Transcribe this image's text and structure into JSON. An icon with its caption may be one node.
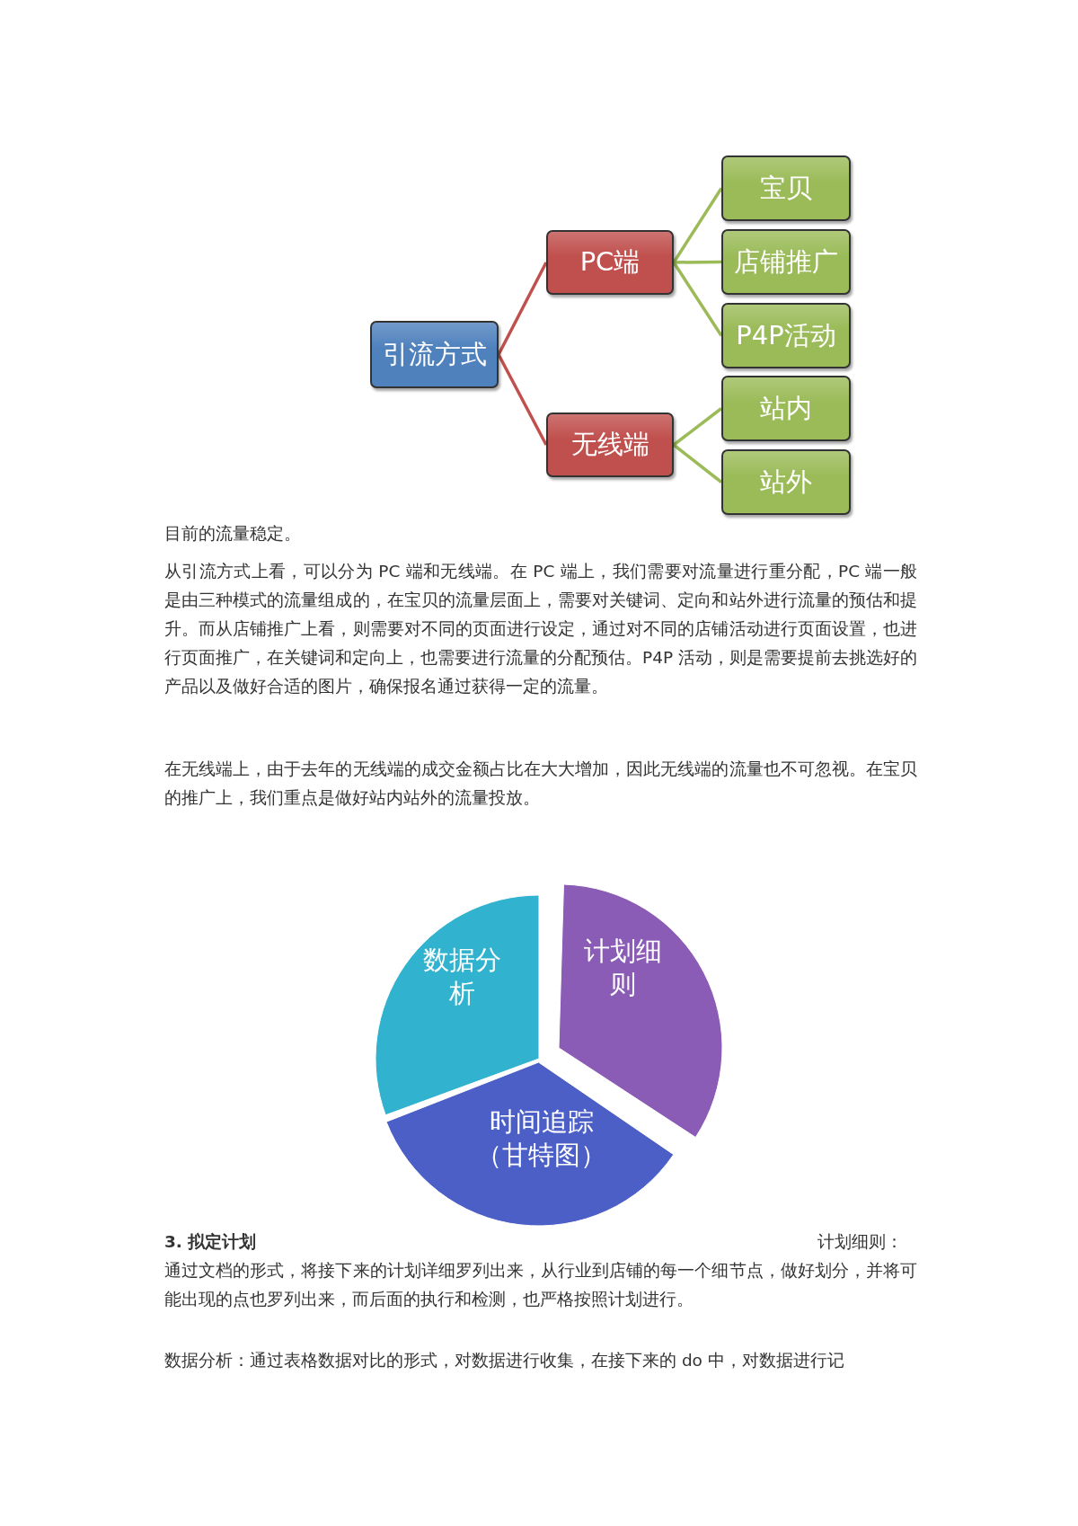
{
  "diagram": {
    "nodes": [
      {
        "text": [
          "引流方式"
        ]
      },
      {
        "text": [
          "PC端"
        ]
      },
      {
        "text": [
          "宝贝"
        ]
      },
      {
        "text": [
          "店铺推广"
        ]
      },
      {
        "text": [
          "P4P活动"
        ]
      },
      {
        "text": [
          "无线端"
        ]
      },
      {
        "text": [
          "站内"
        ]
      },
      {
        "text": [
          "站外"
        ]
      },
      {
        "text": [
          "数据分析"
        ]
      },
      {
        "text": [
          "计划细则"
        ]
      },
      {
        "text": [
          "时间追踪（甘特图）"
        ]
      }
    ],
    "edges": [
      {
        "from": 0,
        "to": 1,
        "arrow": "none",
        "color": "#c0504d"
      },
      {
        "from": 0,
        "to": 5,
        "arrow": "none",
        "color": "#c0504d"
      },
      {
        "from": 1,
        "to": 2,
        "arrow": "none"
      },
      {
        "from": 1,
        "to": 3,
        "arrow": "none"
      },
      {
        "from": 1,
        "to": 4,
        "arrow": "none"
      },
      {
        "from": 5,
        "to": 6,
        "arrow": "none"
      },
      {
        "from": 5,
        "to": 7,
        "arrow": "none"
      }
    ],
    "labels": [
      "目前的流量稳定。",
      "从引流方式上看，可以分为 PC 端和无线端。在 PC 端上，我们需要对流量进行重分配，PC 端一般是由三种模式的流量组成的，在宝贝的流量层面上，需要对关键词、定向和站外进行流量的预估和提升。而从店铺推广上看，则需要对不同的页面进行设定，通过对不同的店铺活动进行页面设置，也进行页面推广，在关键词和定向上，也需要进行流量的分配预估。P4P 活动，则是需要提前去挑选好的产品以及做好合适的图片，确保报名通过获得一定的流量。",
      "在无线端上，由于去年的无线端的成交金额占比在大大增加，因此无线端的流量也不可忽视。在宝贝的推广上，我们重点是做好站内站外的流量投放。",
      "3. 拟定计划",
      "计划细则：",
      "通过文档的形式，将接下来的计划详细罗列出来，从行业到店铺的每一个细节点，做好划分，并将可能出现的点也罗列出来，而后面的执行和检测，也严格按照计划进行。",
      "数据分析：通过表格数据对比的形式，对数据进行收集，在接下来的 do 中，对数据进行记"
    ]
  }
}
